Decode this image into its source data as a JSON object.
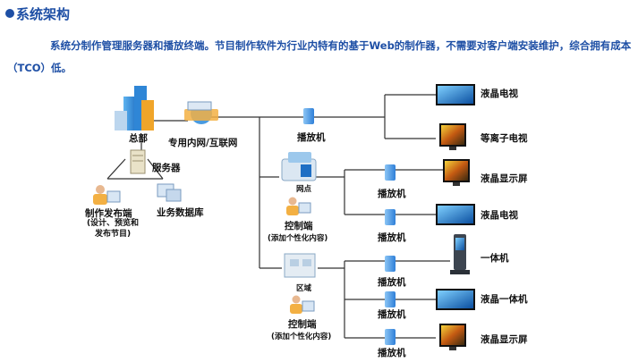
{
  "section_title": "系统架构",
  "intro_text": "系统分制作管理服务器和播放终端。节目制作软件为行业内特有的基于Web的制作器，不需要对客户端安装维护，综合拥有成本（TCO）低。",
  "diagram": {
    "hq": "总部",
    "network": "专用内网/互联网",
    "server": "服务器",
    "producer": "制作发布端",
    "producer_note": "(设计、预览和发布节目)",
    "business_db": "业务数据库",
    "player": "播放机",
    "outlet": "网点",
    "region": "区域",
    "console": "控制端",
    "console_note": "(添加个性化内容)",
    "lcd_tv": "液晶电视",
    "plasma_tv": "等离子电视",
    "lcd_screen": "液晶显示屏",
    "kiosk": "一体机",
    "lcd_kiosk": "液晶一体机"
  },
  "colors": {
    "title_blue": "#1e4fa5",
    "line": "#333333",
    "player_blue": "#2f7fd8"
  }
}
